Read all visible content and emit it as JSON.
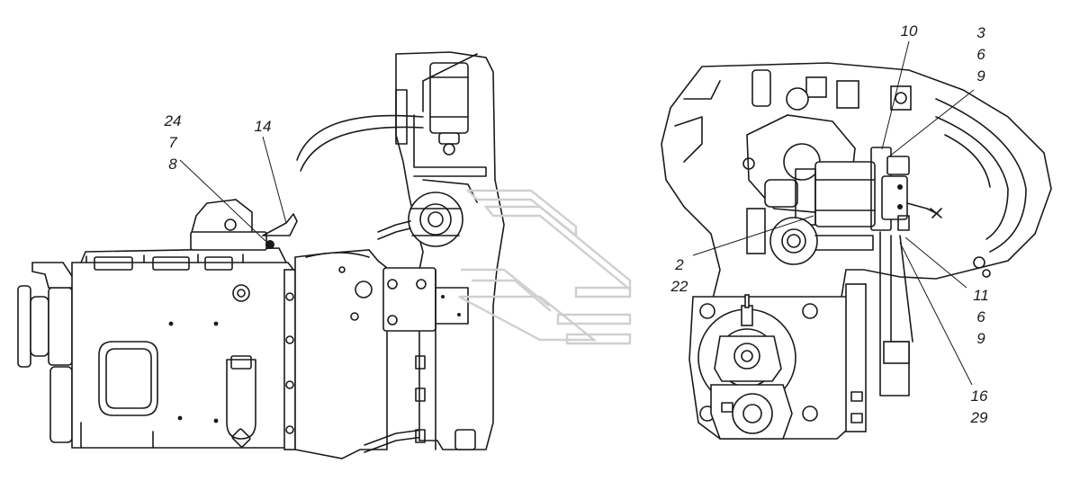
{
  "callouts": [
    {
      "id": "c24",
      "lines": [
        "24",
        "7",
        "8"
      ]
    },
    {
      "id": "c14",
      "lines": [
        "14"
      ]
    },
    {
      "id": "c10",
      "lines": [
        "10"
      ]
    },
    {
      "id": "c3",
      "lines": [
        "3",
        "6",
        "9"
      ]
    },
    {
      "id": "c2",
      "lines": [
        "2",
        "22"
      ]
    },
    {
      "id": "c11",
      "lines": [
        "11",
        "6",
        "9"
      ]
    },
    {
      "id": "c16",
      "lines": [
        "16",
        "29"
      ]
    }
  ]
}
